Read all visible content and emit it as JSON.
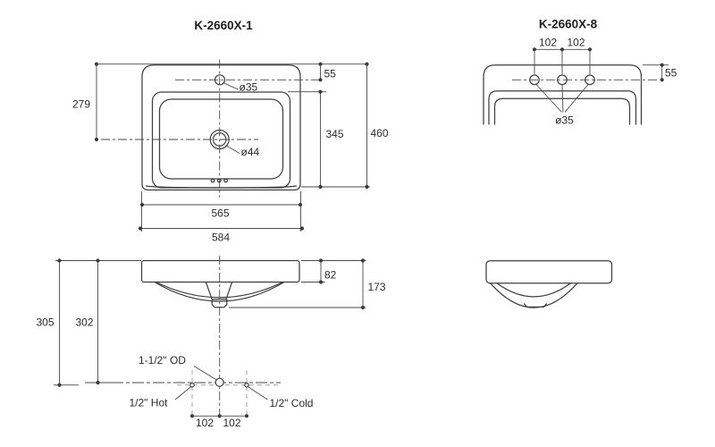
{
  "page": {
    "background": "#ffffff",
    "line_color": "#3f3f3f",
    "text_color": "#2b2b2b"
  },
  "views": {
    "plan_single": {
      "title": "K-2660X-1",
      "dims": {
        "faucet_offset": "55",
        "left_depth": "279",
        "faucet_hole_dia": "ø35",
        "drain_dia": "ø44",
        "bowl_front": "345",
        "overall_depth": "460",
        "inner_width": "565",
        "overall_width": "584"
      }
    },
    "plan_three_hole": {
      "title": "K-2660X-8",
      "dims": {
        "spacing_left": "102",
        "spacing_right": "102",
        "faucet_offset": "55",
        "hole_dia": "ø35"
      }
    },
    "profile": {
      "dims": {
        "deck_thickness": "82",
        "overall_height": "173",
        "rim_to_supply": "305",
        "rim_to_drain_line": "302",
        "supply_left": "102",
        "supply_right": "102"
      },
      "notes": {
        "drain": "1-1/2\" OD",
        "hot": "1/2\" Hot",
        "cold": "1/2\" Cold"
      }
    }
  }
}
